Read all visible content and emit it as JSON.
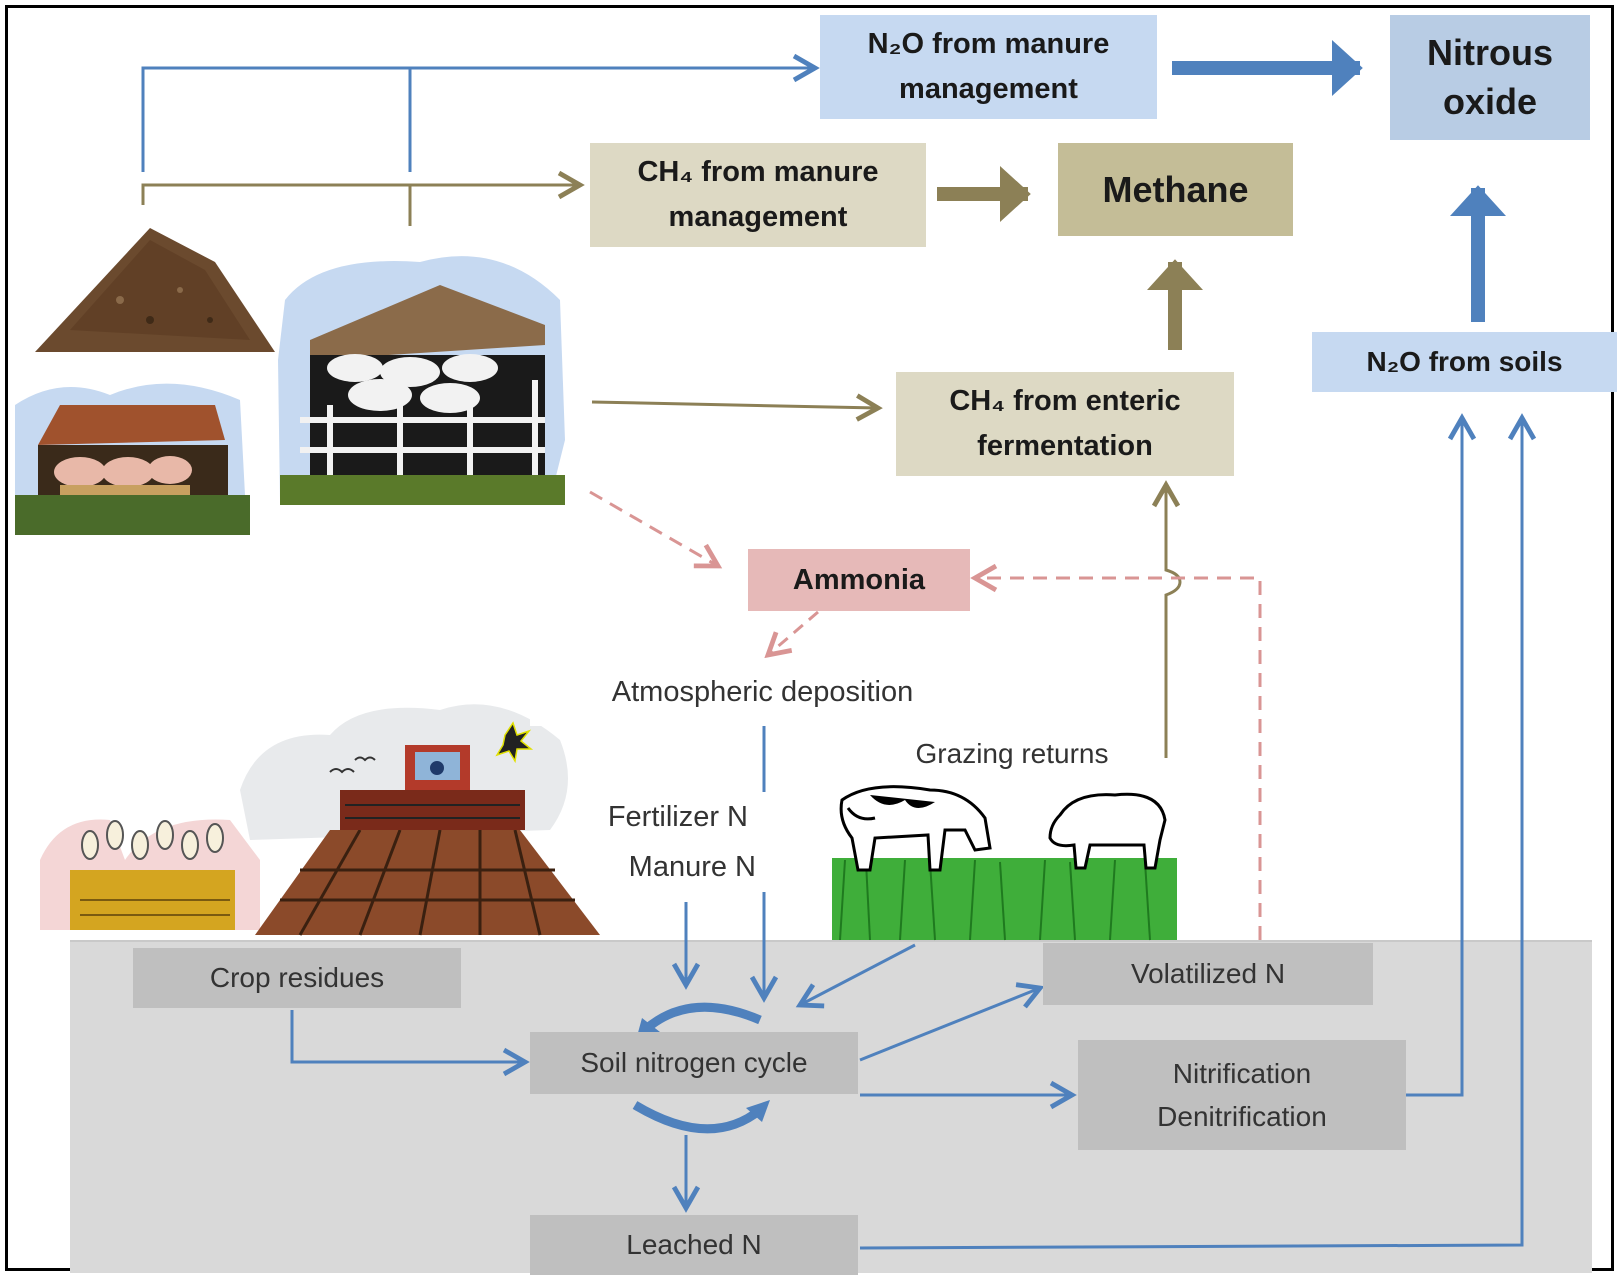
{
  "boxes": {
    "n2o_manure": [
      "N₂O from manure",
      "management"
    ],
    "nitrous_oxide": [
      "Nitrous",
      "oxide"
    ],
    "ch4_manure": [
      "CH₄ from manure",
      "management"
    ],
    "methane": "Methane",
    "n2o_soils": "N₂O from soils",
    "ch4_enteric": [
      "CH₄ from enteric",
      "fermentation"
    ],
    "ammonia": "Ammonia",
    "atmospheric_deposition": "Atmospheric deposition",
    "grazing_returns": "Grazing returns",
    "fertilizer_n": "Fertilizer N",
    "manure_n": "Manure N",
    "crop_residues": "Crop residues",
    "volatilized_n": "Volatilized N",
    "soil_nitrogen_cycle": "Soil nitrogen cycle",
    "nitrification": [
      "Nitrification",
      "Denitrification"
    ],
    "leached_n": "Leached N"
  },
  "colors": {
    "blue_arrow": "#4f81bd",
    "olive_arrow": "#8c8056",
    "ammonia_dashed": "#d99594",
    "nitrous_box": "#b8cce4",
    "methane_box": "#c4bd97",
    "soil_background": "#d9d9d9"
  },
  "illustrations": [
    "manure-heap",
    "pig-barn",
    "cattle-pen",
    "tractor-field",
    "wheat-crop",
    "grazing-cow",
    "grazing-sheep",
    "grass"
  ]
}
